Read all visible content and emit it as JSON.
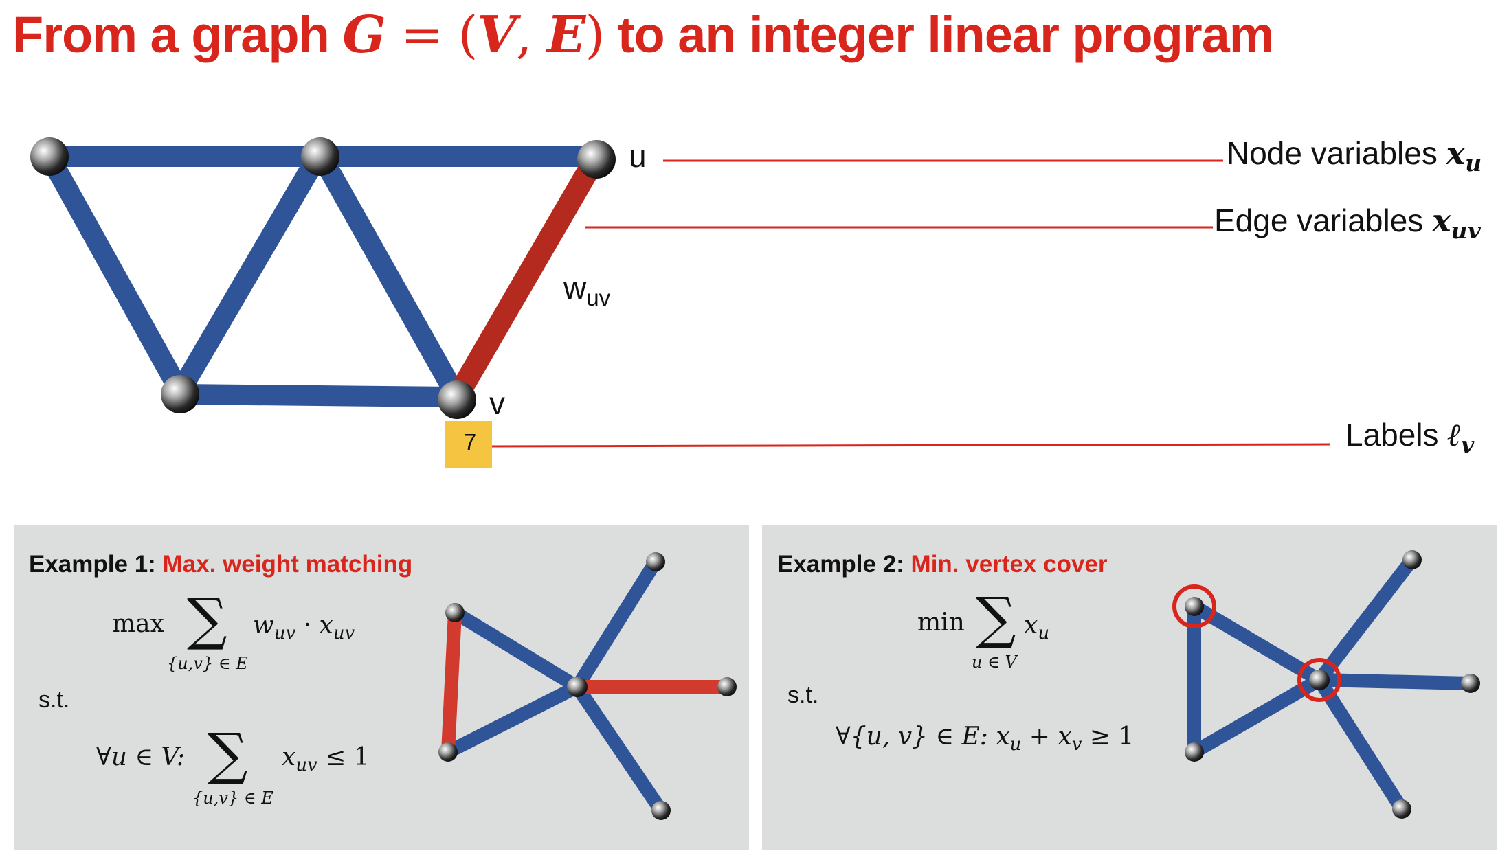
{
  "title": {
    "prefix": "From a graph ",
    "math": "G",
    "eq": " = (",
    "V": "V",
    "comma": ", ",
    "E": "E",
    "close": ")",
    "suffix": " to an integer linear program"
  },
  "graph": {
    "node_u": "u",
    "node_v": "v",
    "edge_weight": "w",
    "edge_weight_sub": "uv",
    "label_value": "7"
  },
  "annotations": {
    "node_vars_text": "Node variables ",
    "node_vars_math": "x",
    "node_vars_sub": "u",
    "edge_vars_text": "Edge variables ",
    "edge_vars_math": "x",
    "edge_vars_sub": "uv",
    "labels_text": "Labels ",
    "labels_math": "ℓ",
    "labels_sub": "v"
  },
  "example1": {
    "prefix": "Example 1: ",
    "name": "Max. weight matching",
    "max": "max",
    "sum_sub": "{u,v} ∈ E",
    "objective_w": "w",
    "objective_w_sub": "uv",
    "dot": " · ",
    "objective_x": "x",
    "objective_x_sub": "uv",
    "st": "s.t.",
    "forall": "∀u ∈ V:",
    "constraint_sub": "{u,v} ∈ E",
    "constraint_x": "x",
    "constraint_x_sub": "uv",
    "constraint_rhs": " ≤ 1"
  },
  "example2": {
    "prefix": "Example 2: ",
    "name": "Min. vertex cover",
    "min": "min",
    "sum_sub": "u ∈ V",
    "objective_x": "x",
    "objective_x_sub": "u",
    "st": "s.t.",
    "constraint": "∀{u, v} ∈ E:  x",
    "c_sub_u": "u",
    "c_plus": " + x",
    "c_sub_v": "v",
    "c_rhs": " ≥ 1"
  },
  "colors": {
    "accent_red": "#d9261c",
    "rod_blue": "#2f5497",
    "rod_red": "#b52a1e",
    "label_yellow": "#f5c542",
    "panel_gray": "#dcdddd"
  }
}
